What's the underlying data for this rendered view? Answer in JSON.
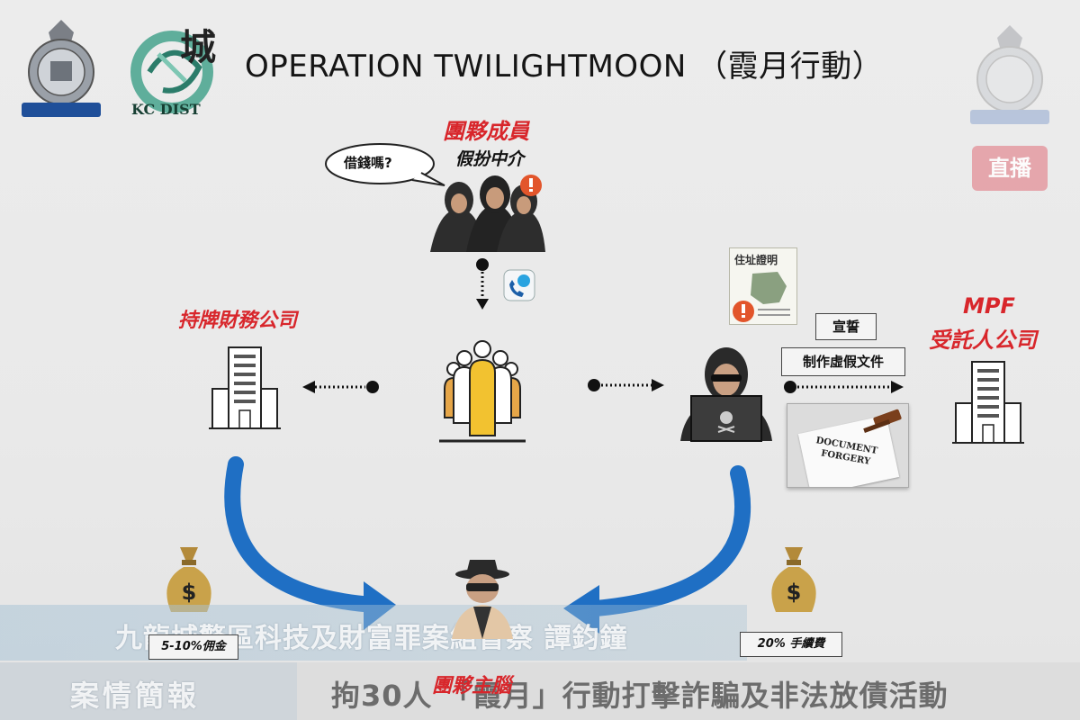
{
  "header": {
    "title": "OPERATION TWILIGHTMOON （霞月行動）",
    "logo_left_alt": "police-crest",
    "logo_kc_text": "KC DIST",
    "logo_kc_char": "城"
  },
  "live_badge": "直播",
  "diagram": {
    "gang_member_label": "團夥成員",
    "agent_label": "假扮中介",
    "bubble_text": "借錢嗎?",
    "finance_company_label": "持牌財務公司",
    "mpf_label_line1": "MPF",
    "mpf_label_line2": "受託人公司",
    "address_proof_label": "住址證明",
    "oath_label": "宣誓",
    "forge_label": "制作虛假文件",
    "forgery_line1": "DOCUMENT",
    "forgery_line2": "FORGERY",
    "commission_label": "5-10%佣金",
    "fee_label": "20% 手續費",
    "mastermind_label": "團夥主腦"
  },
  "captions": {
    "speaker": "九龍城警區科技及財富罪案組督察 譚鈞鐘",
    "segment": "案情簡報",
    "headline": "拘30人 「霞月」行動打擊詐騙及非法放債活動"
  },
  "colors": {
    "accent_red": "#d8262b",
    "arrow_blue": "#1f6fc4",
    "money_bag": "#c9a24a"
  }
}
